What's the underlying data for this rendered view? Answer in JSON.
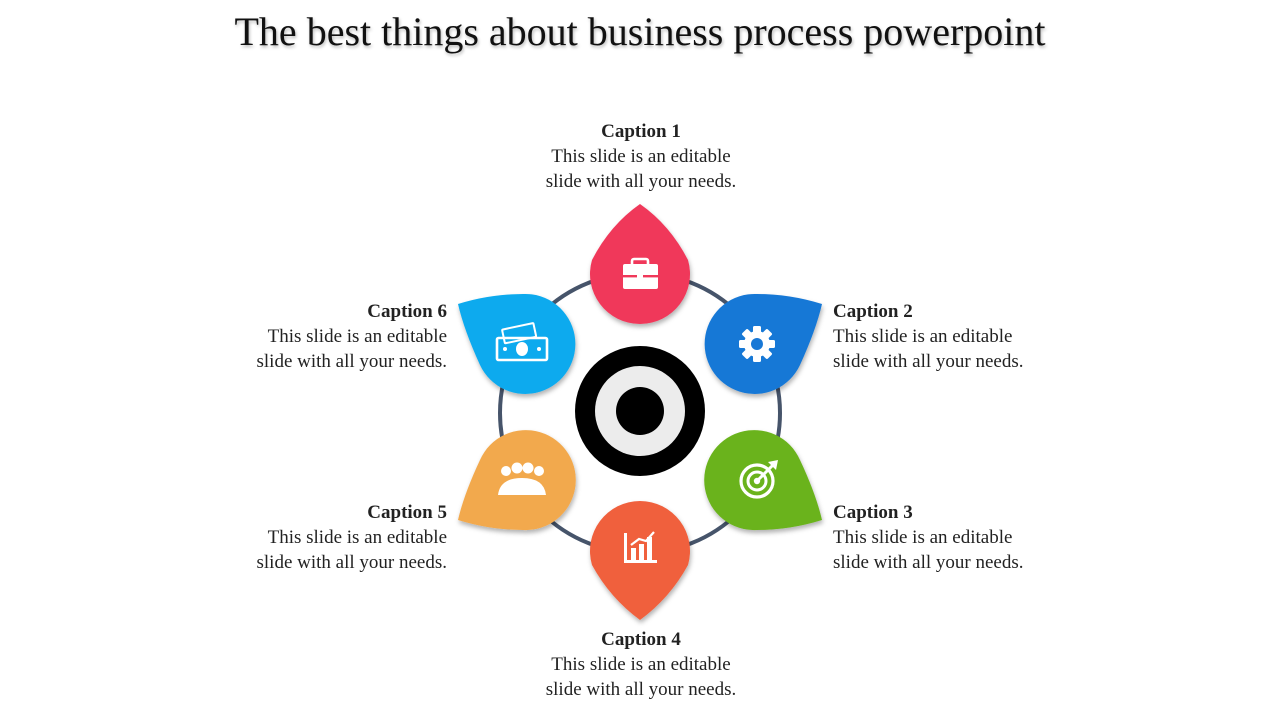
{
  "slide": {
    "title": "The best things about business process powerpoint"
  },
  "steps": [
    {
      "caption": "Caption 1",
      "line1": "This slide is an editable",
      "line2": "slide with all your needs.",
      "color": "#f0385a",
      "icon": "briefcase-icon"
    },
    {
      "caption": "Caption 2",
      "line1": "This slide is an editable",
      "line2": "slide with all your needs.",
      "color": "#1878d6",
      "icon": "gear-icon"
    },
    {
      "caption": "Caption 3",
      "line1": "This slide is an editable",
      "line2": "slide with all your needs.",
      "color": "#6ab31d",
      "icon": "target-icon"
    },
    {
      "caption": "Caption 4",
      "line1": "This slide is an editable",
      "line2": "slide with all your needs.",
      "color": "#f0603c",
      "icon": "bar-chart-icon"
    },
    {
      "caption": "Caption 5",
      "line1": "This slide is an editable",
      "line2": "slide with all your needs.",
      "color": "#f2a94e",
      "icon": "team-icon"
    },
    {
      "caption": "Caption 6",
      "line1": "This slide is an editable",
      "line2": "slide with all your needs.",
      "color": "#0aaaee",
      "icon": "money-icon"
    }
  ],
  "colors": {
    "ring": "#46546a",
    "target_outer": "#000000",
    "target_inner": "#ececec"
  }
}
